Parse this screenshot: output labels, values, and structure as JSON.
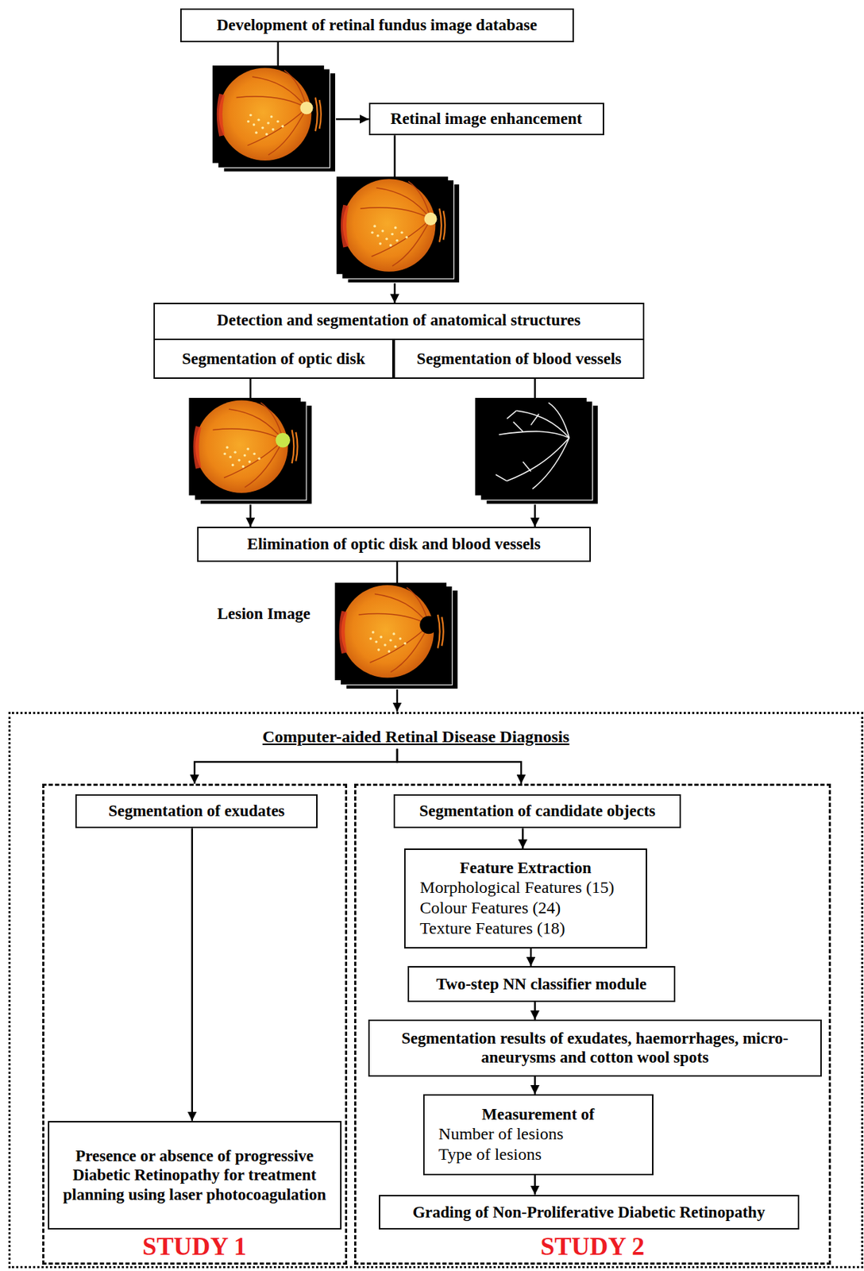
{
  "diagram": {
    "nodes": [
      {
        "text": [
          "Development of retinal fundus image database"
        ]
      },
      {
        "text": [
          "Retinal image enhancement"
        ]
      },
      {
        "text": [
          "Detection and segmentation of anatomical structures"
        ]
      },
      {
        "text": [
          "Segmentation of optic disk"
        ],
        "in": 2
      },
      {
        "text": [
          "Segmentation of blood vessels"
        ],
        "in": 2
      },
      {
        "text": [
          "Elimination of optic disk and blood vessels"
        ]
      },
      {
        "text": [
          "Computer-aided Retinal Disease Diagnosis"
        ]
      },
      {
        "text": [
          "STUDY 1"
        ],
        "in": 6
      },
      {
        "text": [
          "STUDY 2"
        ],
        "in": 6
      },
      {
        "text": [
          "Segmentation of exudates"
        ],
        "in": 7
      },
      {
        "text": [
          "Presence or absence of progressive Diabetic Retinopathy for treatment planning using laser photocoagulation"
        ],
        "in": 7
      },
      {
        "text": [
          "Segmentation of candidate objects"
        ],
        "in": 8
      },
      {
        "text": [
          "Feature Extraction",
          "Morphological Features (15)",
          "Colour Features (24)",
          "Texture Features (18)"
        ],
        "in": 8
      },
      {
        "text": [
          "Two-step NN classifier module"
        ],
        "in": 8
      },
      {
        "text": [
          "Segmentation results of exudates, haemorrhages, micro-aneurysms and cotton wool spots"
        ],
        "in": 8
      },
      {
        "text": [
          "Measurement of",
          "Number of lesions",
          "Type of lesions"
        ],
        "in": 8
      },
      {
        "text": [
          "Grading of Non-Proliferative Diabetic Retinopathy"
        ],
        "in": 8
      }
    ],
    "edges": [
      {
        "from": 0,
        "to": 1,
        "arrow": "to"
      },
      {
        "from": 1,
        "to": 2,
        "arrow": "to"
      },
      {
        "from": 3,
        "to": 5,
        "arrow": "to"
      },
      {
        "from": 4,
        "to": 5,
        "arrow": "to"
      },
      {
        "from": 5,
        "to": 6,
        "arrow": "to"
      },
      {
        "from": 6,
        "to": 7,
        "arrow": "to"
      },
      {
        "from": 6,
        "to": 8,
        "arrow": "to"
      },
      {
        "from": 9,
        "to": 10,
        "arrow": "to"
      },
      {
        "from": 11,
        "to": 12,
        "arrow": "to"
      },
      {
        "from": 12,
        "to": 13,
        "arrow": "to"
      },
      {
        "from": 13,
        "to": 14,
        "arrow": "to"
      },
      {
        "from": 14,
        "to": 15,
        "arrow": "to"
      },
      {
        "from": 15,
        "to": 16,
        "arrow": "to"
      }
    ],
    "labels": [
      "Lesion Image"
    ]
  }
}
